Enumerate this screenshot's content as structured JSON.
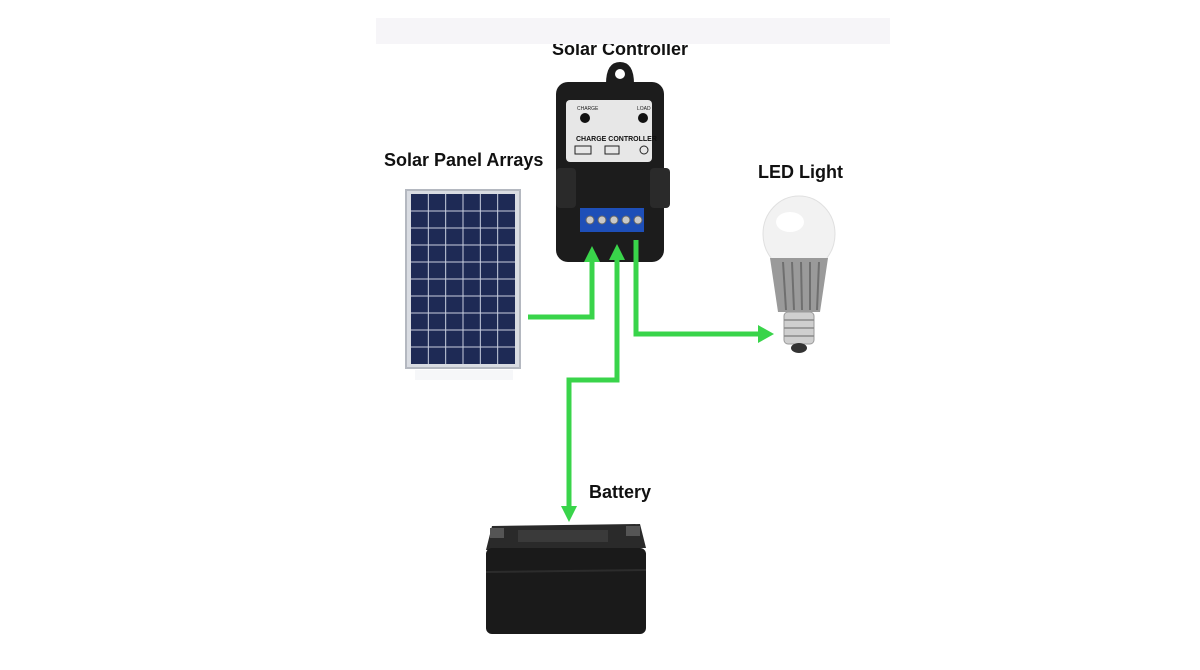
{
  "labels": {
    "controller": "Solar Controller",
    "panel": "Solar Panel Arrays",
    "led": "LED Light",
    "battery": "Battery"
  },
  "controller_face": {
    "charge": "CHARGE",
    "load": "LOAD",
    "title": "CHARGE CONTROLLER"
  },
  "colors": {
    "arrow": "#39d44a",
    "controller_body": "#1c1c1c",
    "panel_cell": "#1e2a55",
    "battery_body": "#1a1a1a"
  },
  "connections": [
    {
      "from": "Solar Panel Arrays",
      "to": "Solar Controller"
    },
    {
      "from": "Battery",
      "to": "Solar Controller",
      "bidirectional": true
    },
    {
      "from": "Solar Controller",
      "to": "LED Light"
    }
  ]
}
